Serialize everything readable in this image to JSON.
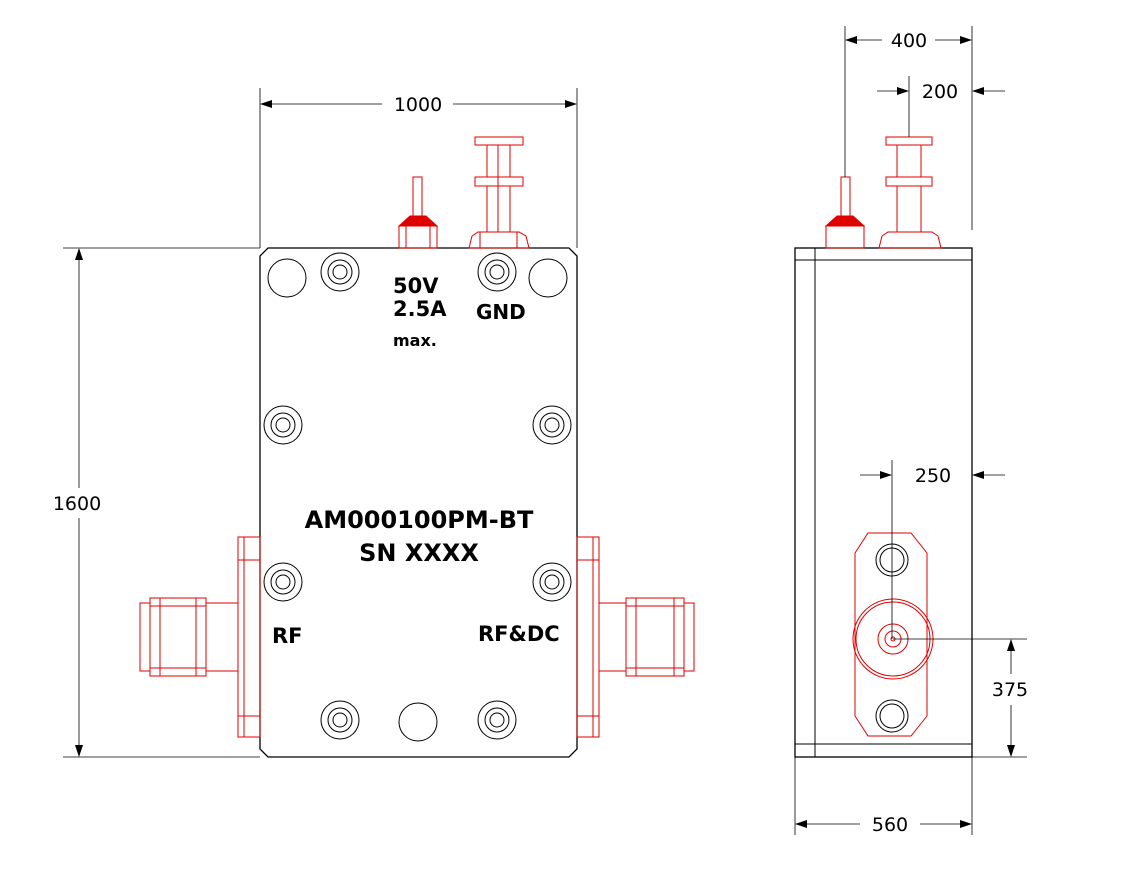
{
  "colors": {
    "outline": "#000000",
    "detail": "#e00000",
    "background": "#ffffff"
  },
  "front_view": {
    "voltage": "50V",
    "current": "2.5A",
    "max_note": "max.",
    "ground": "GND",
    "model": "AM000100PM-BT",
    "serial": "SN XXXX",
    "port_left": "RF",
    "port_right": "RF&DC"
  },
  "dimensions": {
    "width": "1000",
    "height": "1600",
    "pin_offset": "400",
    "gnd_offset": "200",
    "connector_offset": "250",
    "connector_height": "375",
    "depth": "560"
  }
}
